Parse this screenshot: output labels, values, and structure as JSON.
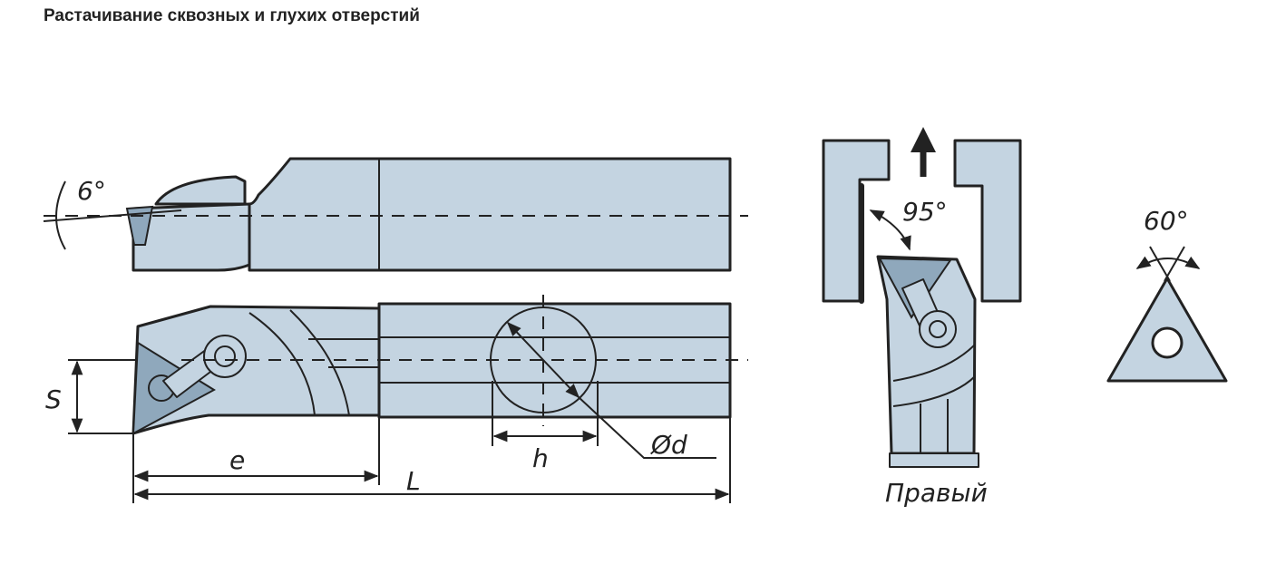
{
  "title": "Растачивание сквозных и глухих отверстий",
  "labels": {
    "angle_side": "6°",
    "angle_approach": "95°",
    "angle_insert": "60°",
    "dim_s": "S",
    "dim_e": "e",
    "dim_l": "L",
    "dim_h": "h",
    "dim_d": "Ød",
    "hand": "Правый"
  },
  "colors": {
    "body": "#c4d4e1",
    "insert": "#8fa8bc",
    "line": "#222222"
  }
}
